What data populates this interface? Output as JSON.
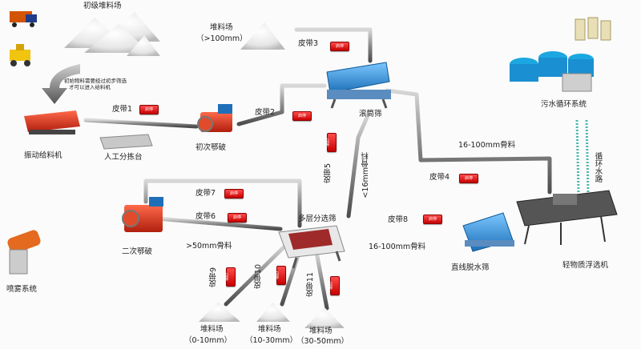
{
  "labels": {
    "primary_stockpile": "初级堆料场",
    "stockpile_top": "堆料场",
    "stockpile_top_size": "（>100mm）",
    "pre_screen_note_1": "初始物料需要经过初步筛选",
    "pre_screen_note_2": "才可以进入给料机",
    "vibrating_feeder": "振动给料机",
    "manual_sorting": "人工分拣台",
    "primary_crusher": "初次鄂破",
    "trommel": "滚筒筛",
    "water_recycling": "污水循环系统",
    "water_return": "循环水路",
    "size_16_100_a": "16-100mm骨料",
    "size_lt16": "<16mm骨料",
    "multi_screen": "多层分选筛",
    "secondary_crusher": "二次鄂破",
    "size_gt50": ">50mm骨料",
    "size_16_100_b": "16-100mm骨料",
    "dewatering_screen": "直线脱水筛",
    "flotation": "轻物质浮选机",
    "spray": "喷雾系统",
    "pile_0_10_name": "堆料场",
    "pile_0_10_size": "（0-10mm）",
    "pile_10_30_name": "堆料场",
    "pile_10_30_size": "（10-30mm）",
    "pile_30_50_name": "堆料场",
    "pile_30_50_size": "（30-50mm）"
  },
  "belts": {
    "b1": "皮带1",
    "b2": "皮带2",
    "b3": "皮带3",
    "b4": "皮带4",
    "b5": "皮带5",
    "b6": "皮带6",
    "b7": "皮带7",
    "b8": "皮带8",
    "b9": "皮带9",
    "b10": "皮带10",
    "b11": "皮带11"
  },
  "buttons": {
    "start": "启停"
  }
}
